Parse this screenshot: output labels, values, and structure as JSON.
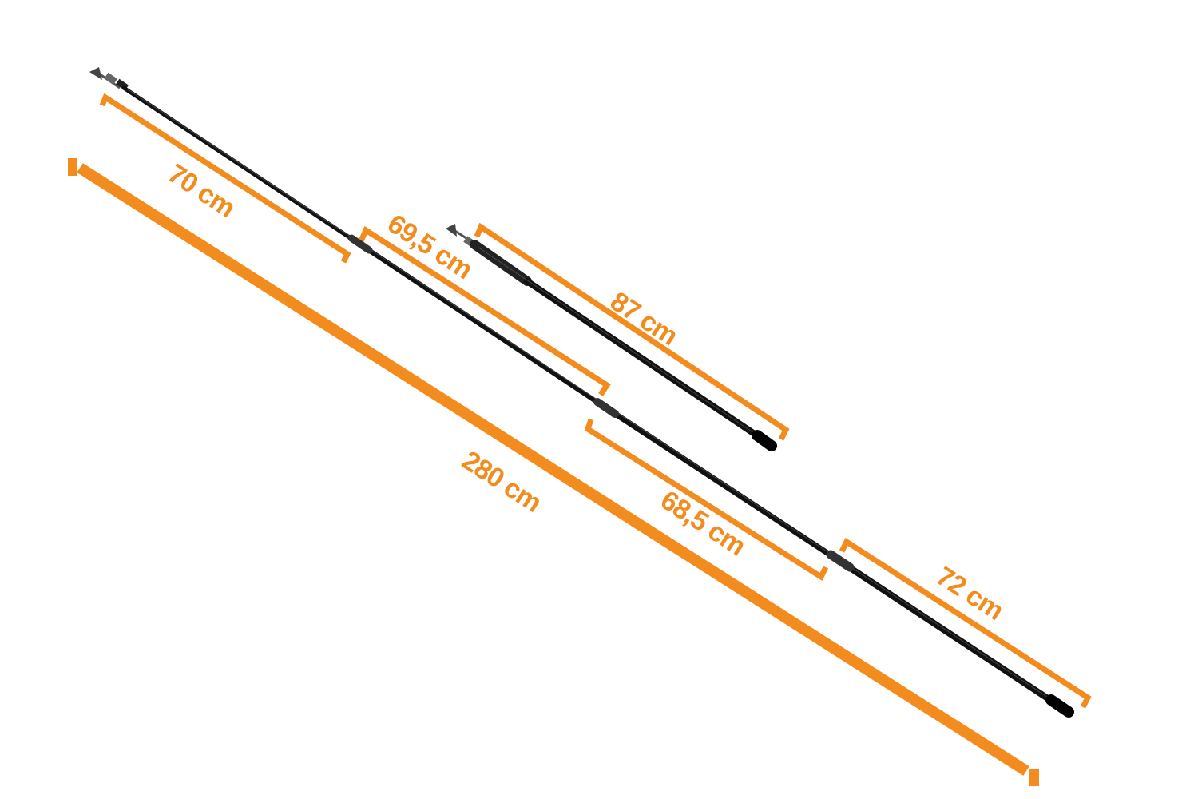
{
  "colors": {
    "accent": "#F28C1E",
    "pole": "#111111",
    "joint": "#333333",
    "background": "#FFFFFF"
  },
  "long_pole": {
    "segments": [
      {
        "id": "segment-1",
        "label": "70 cm"
      },
      {
        "id": "segment-2",
        "label": "69,5 cm"
      },
      {
        "id": "segment-3",
        "label": "68,5 cm"
      },
      {
        "id": "segment-4",
        "label": "72 cm"
      }
    ],
    "total_label": "280 cm"
  },
  "short_pole": {
    "label": "87 cm"
  }
}
